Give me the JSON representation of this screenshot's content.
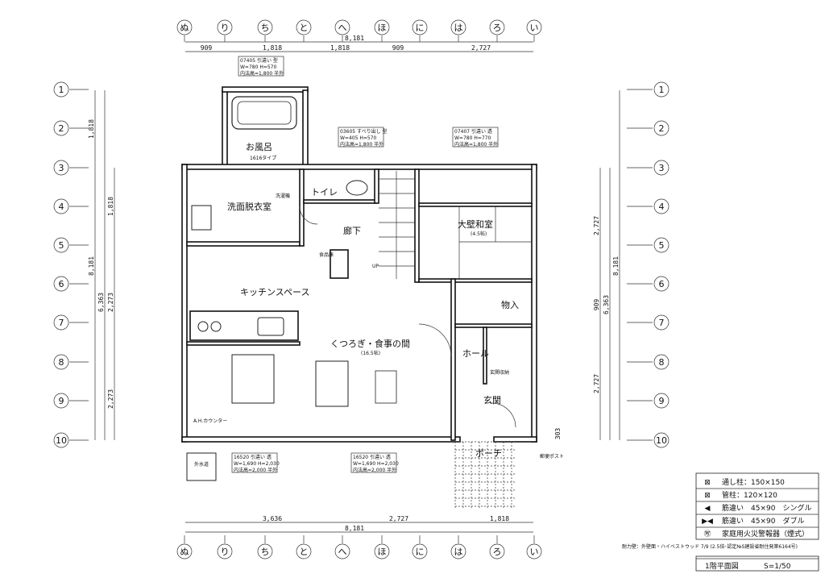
{
  "grid_columns": [
    "ぬ",
    "り",
    "ち",
    "と",
    "へ",
    "ほ",
    "に",
    "は",
    "ろ",
    "い"
  ],
  "grid_rows": [
    "1",
    "2",
    "3",
    "4",
    "5",
    "6",
    "7",
    "8",
    "9",
    "10"
  ],
  "dims_top_total": "8,181",
  "dims_top": [
    "909",
    "1,818",
    "1,818",
    "909",
    "2,727"
  ],
  "dims_bottom_total": "8,181",
  "dims_bottom": [
    "3,636",
    "2,727",
    "1,818"
  ],
  "dims_left": [
    "1,818",
    "1,818",
    "2,273",
    "2,273"
  ],
  "dims_left_mid": "6,363",
  "dims_left_total": "8,181",
  "dims_right": [
    "2,727",
    "909",
    "2,727"
  ],
  "dims_right_mid": "6,363",
  "dims_right_total": "8,181",
  "dims_right_extra": "303",
  "rooms": {
    "bath": "お風呂",
    "bath_type": "1616タイプ",
    "dressing": "洗面脱衣室",
    "toilet": "トイレ",
    "hall": "廊下",
    "kitchen": "キッチンスペース",
    "washroom_sub": "洗濯機",
    "japanese": "大壁和室",
    "japanese_size": "(4.5帖)",
    "living": "くつろぎ・食事の間",
    "living_size": "(16.5帖)",
    "entrance_hall": "ホール",
    "entrance": "玄関",
    "porch": "ポーチ",
    "storage": "物入",
    "pantry": "食品庫",
    "up": "UP",
    "outdoor_unit": "外水道",
    "counter": "A.H.カウンター",
    "postbox": "郵便ポスト",
    "shoe": "玄関収納"
  },
  "windows": {
    "w1": [
      "07405 引違い 型",
      "W=780 H=570",
      "内法高=1,800 半外"
    ],
    "w2": [
      "03605 すべり出し 型",
      "W=405 H=570",
      "内法高=1,800 半外"
    ],
    "w3": [
      "07407 引違い 透",
      "W=780 H=770",
      "内法高=1,800 半外"
    ],
    "w4": [
      "16520 引違い 透",
      "W=1,690 H=2,030",
      "内法高=2,000 半外"
    ],
    "w5": [
      "16520 引違い 透",
      "W=1,690 H=2,030",
      "内法高=2,000 半外"
    ]
  },
  "legend": [
    {
      "symbol": "⊠",
      "text": "通し柱：150×150"
    },
    {
      "symbol": "⊠",
      "text": "管柱：120×120"
    },
    {
      "symbol": "◀",
      "text": "筋違い　45×90　シングル"
    },
    {
      "symbol": "▶◀",
      "text": "筋違い　45×90　ダブル"
    },
    {
      "symbol": "㊢",
      "text": "家庭用火災警報器（煙式）"
    }
  ],
  "note": "耐力壁：外壁面・ハイベストウッド 7/9 (2.5倍･認定№S建設省耐住発第6164号)",
  "title": "1階平面図",
  "scale": "S=1/50"
}
